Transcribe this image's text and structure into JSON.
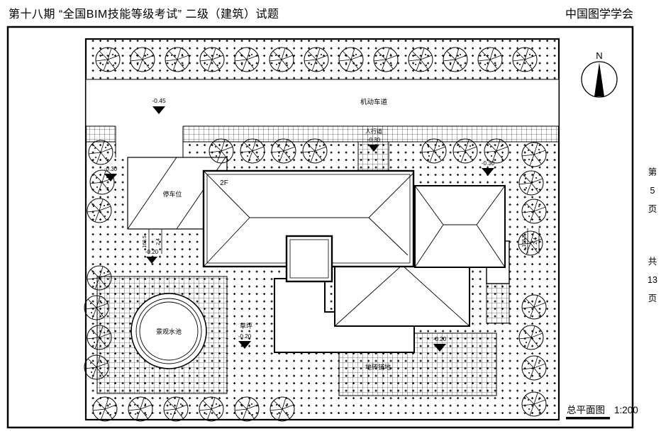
{
  "header": {
    "title": "第十八期 “全国BIM技能等级考试” 二级（建筑）试题",
    "organization": "中国图学学会"
  },
  "margin": {
    "page": {
      "prefix": "第",
      "number": "5",
      "suffix": "页"
    },
    "total": {
      "prefix": "共",
      "number": "13",
      "suffix": "页"
    }
  },
  "footer": {
    "drawing_name": "总平面图",
    "scale": "1:200"
  },
  "north_arrow": {
    "label": "N"
  },
  "site": {
    "road_label": "机动车道",
    "sidewalk_label": "人行道",
    "parking_label": "停车位",
    "pool_label": "景观水池",
    "lawn_label": "草坪",
    "paving_label": "地砖铺地",
    "building_label": "2F",
    "elevations": {
      "road": "-0.45",
      "sidewalk": "-0.30",
      "west_strip": "-0.30",
      "east_lawn": "-0.30",
      "ramp": "-0.20",
      "lawn": "-0.20",
      "paving": "-0.20"
    },
    "dimensions": {
      "west_a": "168.5",
      "west_b": "2.4",
      "east_a": "168.5",
      "east_b": "2.4"
    }
  },
  "colors": {
    "ink": "#000000",
    "paper": "#ffffff"
  }
}
